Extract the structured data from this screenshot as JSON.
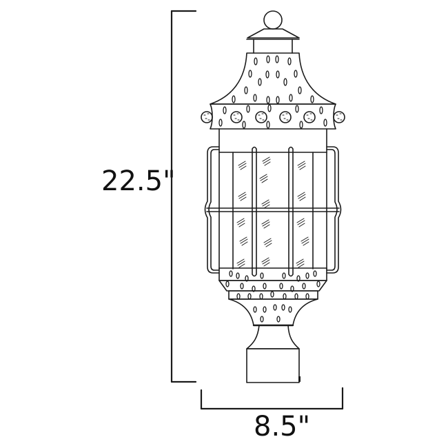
{
  "figure": {
    "subject": "Outdoor lantern post light line drawing",
    "dimensions": {
      "height": {
        "label": "22.5\"",
        "value": 22.5,
        "unit": "in"
      },
      "width": {
        "label": "8.5\"",
        "value": 8.5,
        "unit": "in"
      }
    },
    "colors": {
      "line": "#1a1a1a",
      "background": "#ffffff"
    }
  }
}
